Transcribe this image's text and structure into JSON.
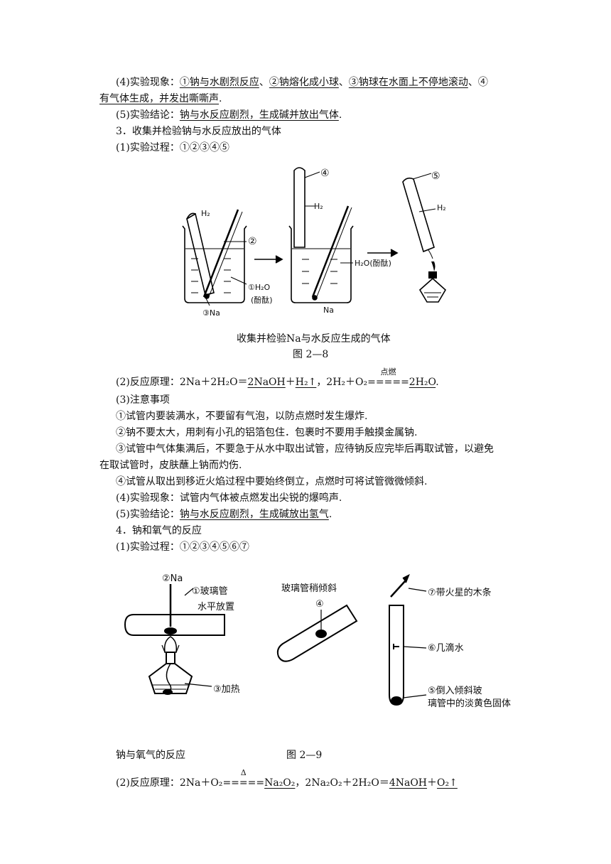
{
  "sec2": {
    "phenomenon_prefix": "(4)实验现象：",
    "phenomenon_a": "①钠与水剧烈反应",
    "phenomenon_sep1": "、",
    "phenomenon_b": "②钠熔化成小球",
    "phenomenon_sep2": "、",
    "phenomenon_c": "③钠球在水面上不停地滚动",
    "phenomenon_sep3": "、④",
    "phenomenon_d": "有气体生成，并发出嘶嘶声",
    "phenomenon_end": ".",
    "conclusion_prefix": "(5)实验结论：",
    "conclusion_text": "钠与水反应剧烈，生成碱并放出气体",
    "conclusion_end": "."
  },
  "sec3": {
    "title": "3．收集并检验钠与水反应放出的气体",
    "process": "(1)实验过程：①②③④⑤",
    "figure": {
      "h2_a": "H₂",
      "h2_b": "H₂",
      "h2_c": "H₂",
      "label2": "②",
      "label4": "④",
      "label5": "⑤",
      "label1_a": "①H₂O",
      "label1_b": "(酚酞)",
      "label3": "③Na",
      "label_na": "Na",
      "label_h2o": "H₂O(酚酞)"
    },
    "caption": "收集并检验Na与水反应生成的气体",
    "fig_number": "图 2—8",
    "principle_prefix": "(2)反应原理：2Na＋2H₂O＝",
    "principle_naoh": "2NaOH",
    "principle_plus": "＋",
    "principle_h2": "H₂↑",
    "principle_mid": "，2H₂＋O₂",
    "principle_cond": "点燃",
    "principle_arrow": "=====",
    "principle_prod": "2H₂O",
    "principle_end": ".",
    "notes_title": "(3)注意事项",
    "note1": "①试管内要装满水，不要留有气泡，以防点燃时发生爆炸.",
    "note2": "②钠不要太大，用刺有小孔的铝箔包住．包裹时不要用手触摸金属钠.",
    "note3_a": "③试管中气体集满后，不要急于从水中取出试管，应待钠反应完毕后再取试管，以避免",
    "note3_b": "在取试管时，皮肤蘸上钠而灼伤.",
    "note4": "④试管从取出到移近火焰过程中要始终倒立，点燃时可将试管微微倾斜.",
    "phenomenon": "(4)实验现象：试管内气体被点燃发出尖锐的爆鸣声.",
    "conclusion_prefix": "(5)实验结论：",
    "conclusion_text": "钠与水反应剧烈，生成碱放出氢气",
    "conclusion_end": "."
  },
  "sec4": {
    "title": "4．钠和氧气的反应",
    "process": "(1)实验过程：①②③④⑤⑥⑦",
    "figure": {
      "na_label": "②Na",
      "glass_a": "①玻璃管",
      "glass_b": "水平放置",
      "heat": "③加热",
      "tilt": "玻璃管稍倾斜",
      "label4": "④",
      "stick": "⑦带火星的木条",
      "water": "⑥几滴水",
      "solid_a": "⑤倒入倾斜玻",
      "solid_b": "璃管中的淡黄色固体"
    },
    "caption": "钠与氧气的反应",
    "fig_number": "图 2—9",
    "principle_prefix": "(2)反应原理：2Na＋O₂",
    "principle_cond": "Δ",
    "principle_arrow": "=====",
    "principle_prod": "Na₂O₂",
    "principle_mid": "，2Na₂O₂＋2H₂O＝",
    "principle_naoh": "4NaOH",
    "principle_plus": "＋",
    "principle_o2": "O₂↑"
  }
}
